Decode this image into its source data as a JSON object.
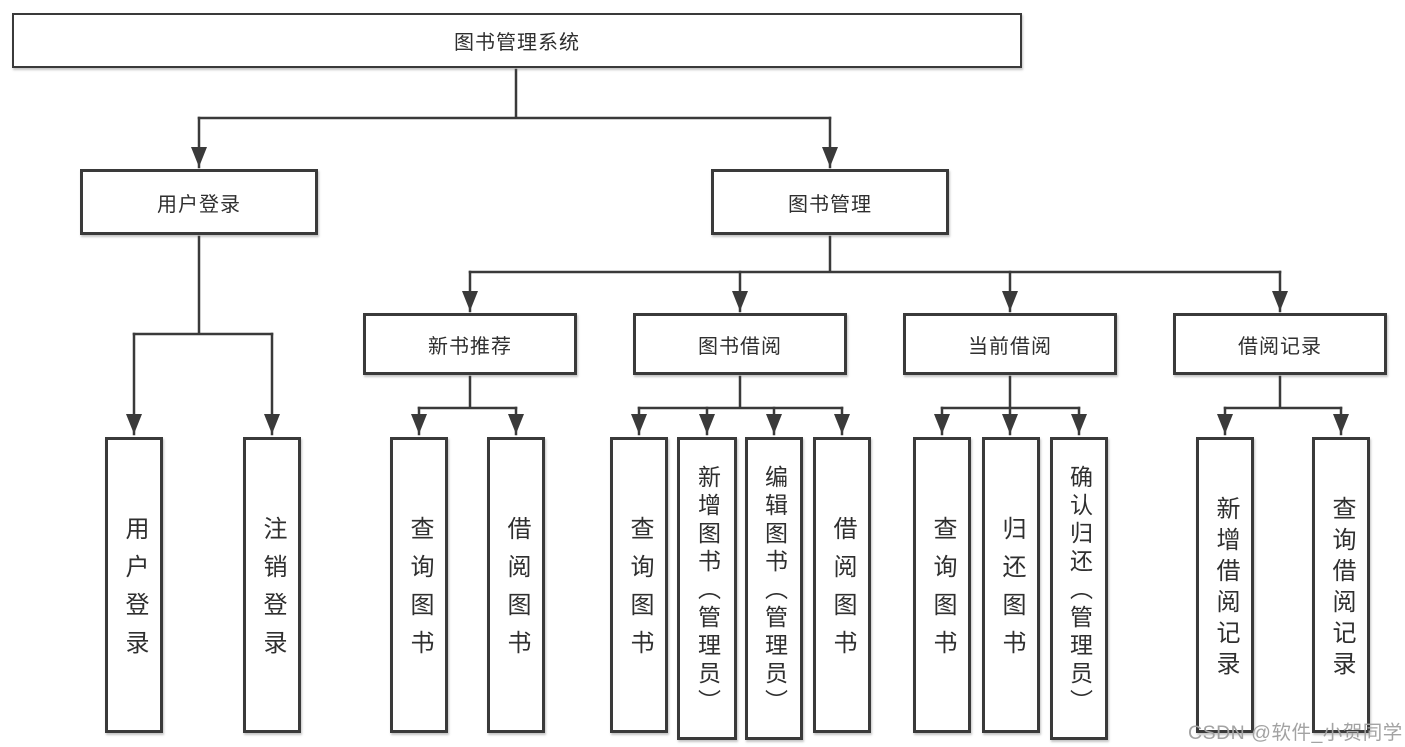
{
  "colors": {
    "line": "#3a3a3a",
    "box_border": "#3a3a3a",
    "text": "#2f2f2f",
    "watermark": "#a3a3a3",
    "background": "#ffffff"
  },
  "tree": {
    "root": {
      "label": "图书管理系统"
    },
    "level2": [
      {
        "label": "用户登录",
        "children": [
          {
            "label": "用户登录"
          },
          {
            "label": "注销登录"
          }
        ]
      },
      {
        "label": "图书管理",
        "children": [
          {
            "label": "新书推荐",
            "children": [
              {
                "label": "查询图书"
              },
              {
                "label": "借阅图书"
              }
            ]
          },
          {
            "label": "图书借阅",
            "children": [
              {
                "label": "查询图书"
              },
              {
                "label": "新增图书（管理员）"
              },
              {
                "label": "编辑图书（管理员）"
              },
              {
                "label": "借阅图书"
              }
            ]
          },
          {
            "label": "当前借阅",
            "children": [
              {
                "label": "查询图书"
              },
              {
                "label": "归还图书"
              },
              {
                "label": "确认归还（管理员）"
              }
            ]
          },
          {
            "label": "借阅记录",
            "children": [
              {
                "label": "新增借阅记录"
              },
              {
                "label": "查询借阅记录"
              }
            ]
          }
        ]
      }
    ]
  },
  "watermark": {
    "text": "CSDN @软件_小贺同学"
  }
}
